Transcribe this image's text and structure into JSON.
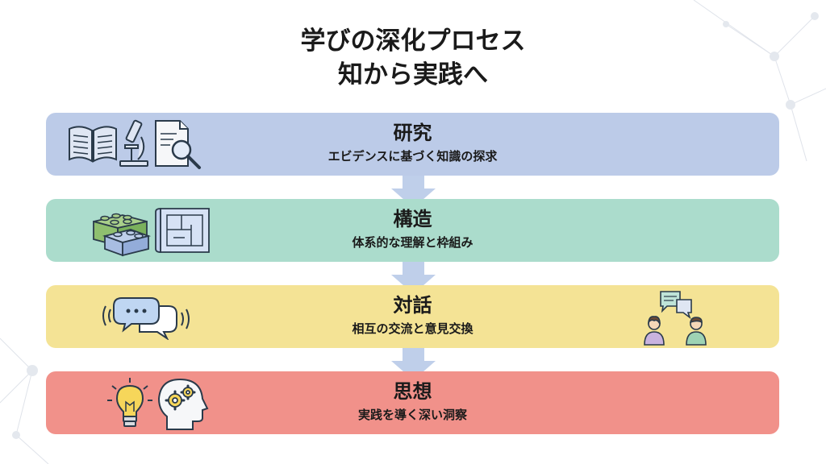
{
  "title": {
    "line1": "学びの深化プロセス",
    "line2": "知から実践へ"
  },
  "stages": [
    {
      "label": "研究",
      "sub": "エビデンスに基づく知識の探求",
      "color": "#bccbe8",
      "icons": [
        "book-icon",
        "microscope-icon",
        "document-search-icon"
      ]
    },
    {
      "label": "構造",
      "sub": "体系的な理解と枠組み",
      "color": "#abdccc",
      "icons": [
        "building-blocks-icon",
        "blueprint-icon"
      ]
    },
    {
      "label": "対話",
      "sub": "相互の交流と意見交換",
      "color": "#f4e395",
      "icons": [
        "speech-bubbles-icon",
        "people-conversation-icon"
      ]
    },
    {
      "label": "思想",
      "sub": "実践を導く深い洞察",
      "color": "#f1918a",
      "icons": [
        "lightbulb-icon",
        "head-gears-icon"
      ]
    }
  ],
  "connector_color": "#bfcfea"
}
